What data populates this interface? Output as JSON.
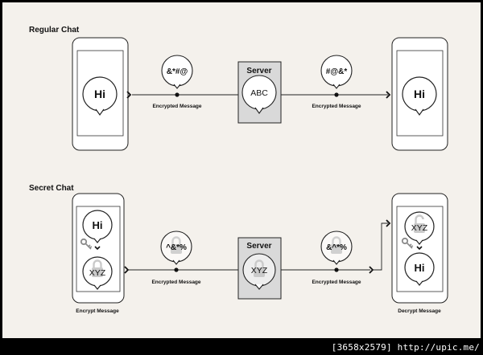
{
  "regular": {
    "title": "Regular Chat",
    "left_bubble": "Hi",
    "cipher_left": "&*#@",
    "label_left": "Encrypted Message",
    "server_title": "Server",
    "server_bubble": "ABC",
    "cipher_right": "#@&*",
    "label_right": "Encrypted Message",
    "right_bubble": "Hi"
  },
  "secret": {
    "title": "Secret Chat",
    "left_top_bubble": "Hi",
    "left_bottom_bubble": "XYZ",
    "left_caption": "Encrypt Message",
    "cipher_left": "^&*%",
    "label_left": "Encrypted Message",
    "server_title": "Server",
    "server_bubble": "XYZ",
    "cipher_right": "&^*%",
    "label_right": "Encrypted Message",
    "right_top_bubble": "XYZ",
    "right_bottom_bubble": "Hi",
    "right_caption": "Decrypt Message"
  },
  "watermark": "[3658x2579] http://upic.me/",
  "colors": {
    "panel": "#f4f1ec",
    "phone": "#ffffff",
    "line": "#222222",
    "server_fill": "#d9d9d9"
  }
}
